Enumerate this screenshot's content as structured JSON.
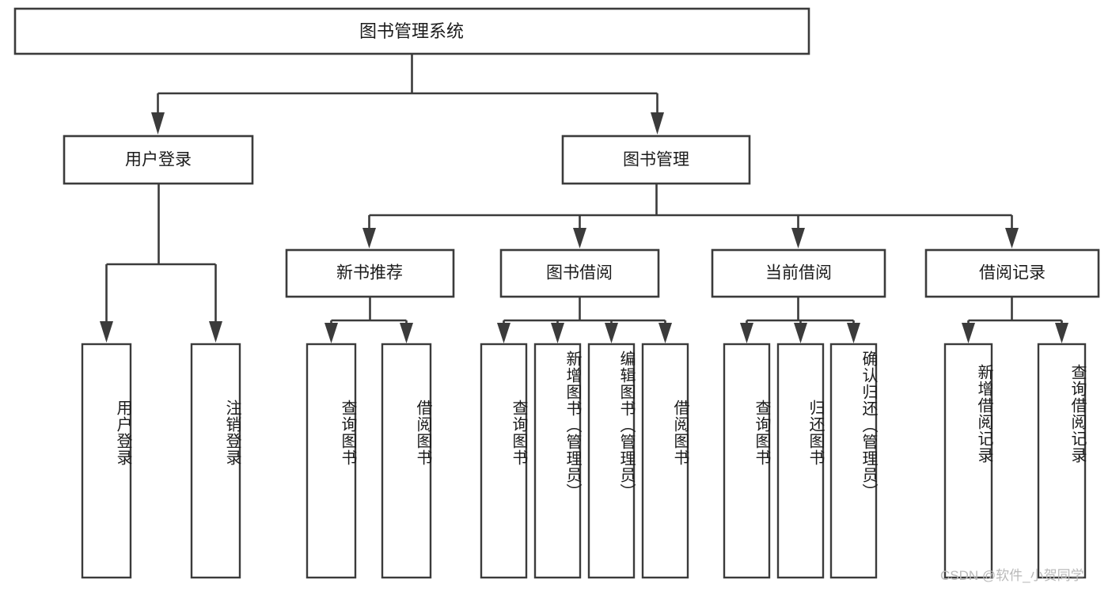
{
  "diagram": {
    "type": "tree",
    "title": "图书管理系统",
    "watermark": "CSDN @软件_小贺同学",
    "colors": {
      "stroke": "#3b3b3b",
      "fill": "#ffffff",
      "text": "#1b1b1b",
      "watermark": "#b9b9b9",
      "background": "#ffffff"
    },
    "root": {
      "label": "图书管理系统"
    },
    "level1": [
      {
        "label": "用户登录"
      },
      {
        "label": "图书管理"
      }
    ],
    "level2": [
      {
        "label": "新书推荐"
      },
      {
        "label": "图书借阅"
      },
      {
        "label": "当前借阅"
      },
      {
        "label": "借阅记录"
      }
    ],
    "leaves": {
      "user_login": [
        {
          "label": "用户登录"
        },
        {
          "label": "注销登录"
        }
      ],
      "new_book_recommend": [
        {
          "label": "查询图书"
        },
        {
          "label": "借阅图书"
        }
      ],
      "book_borrow": [
        {
          "label": "查询图书"
        },
        {
          "label": "新增图书（管理员）"
        },
        {
          "label": "编辑图书（管理员）"
        },
        {
          "label": "借阅图书"
        }
      ],
      "current_borrow": [
        {
          "label": "查询图书"
        },
        {
          "label": "归还图书"
        },
        {
          "label": "确认归还（管理员）"
        }
      ],
      "borrow_record": [
        {
          "label": "新增借阅记录"
        },
        {
          "label": "查询借阅记录"
        }
      ]
    }
  }
}
